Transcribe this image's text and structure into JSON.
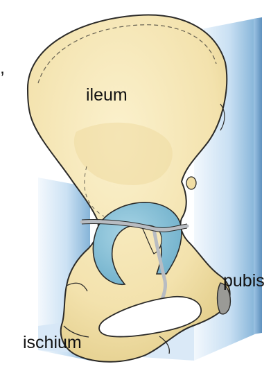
{
  "labels": {
    "ileum": "ileum",
    "pubis": "pubis",
    "ischium": "ischium",
    "edge_fragment": ","
  },
  "colors": {
    "bone": "#f5e7b8",
    "bone_shadow": "#e2cf93",
    "outline": "#2b2a28",
    "cartilage": "#8cc4da",
    "cartilage_dark": "#5aa0bf",
    "plane_light": "#eef5fc",
    "plane_mid": "#b9d6ef",
    "plane_dark": "#7fb0d6",
    "suture": "#b8bcc2"
  }
}
